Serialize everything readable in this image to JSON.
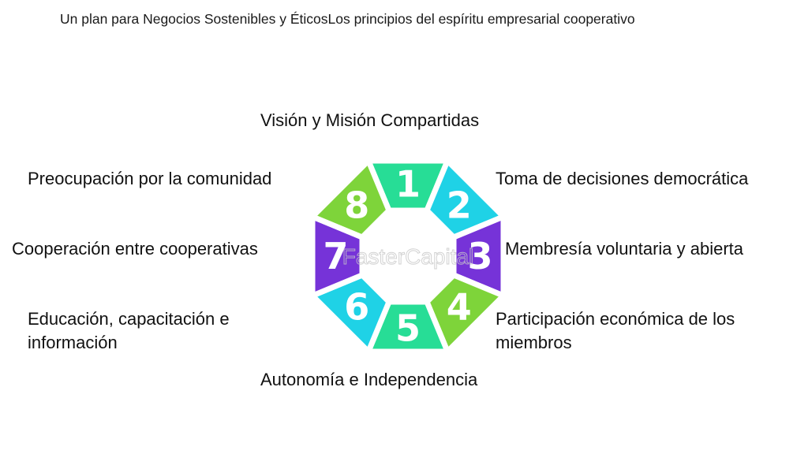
{
  "title": "Un plan para Negocios Sostenibles y ÉticosLos principios del espíritu empresarial cooperativo",
  "watermark": "FasterCapital",
  "principles": [
    {
      "number": "1",
      "label": "Visión y Misión Compartidas",
      "color": "#27dd96"
    },
    {
      "number": "2",
      "label": "Toma de decisiones democrática",
      "color": "#1fd2e6"
    },
    {
      "number": "3",
      "label": "Membresía voluntaria y abierta",
      "color": "#7633d8"
    },
    {
      "number": "4",
      "label": "Participación económica de los miembros",
      "color": "#7ed43a"
    },
    {
      "number": "5",
      "label": "Autonomía e Independencia",
      "color": "#27dd96"
    },
    {
      "number": "6",
      "label": "Educación, capacitación e información",
      "color": "#1fd2e6"
    },
    {
      "number": "7",
      "label": "Cooperación entre cooperativas",
      "color": "#7633d8"
    },
    {
      "number": "8",
      "label": "Preocupación por la comunidad",
      "color": "#7ed43a"
    }
  ]
}
